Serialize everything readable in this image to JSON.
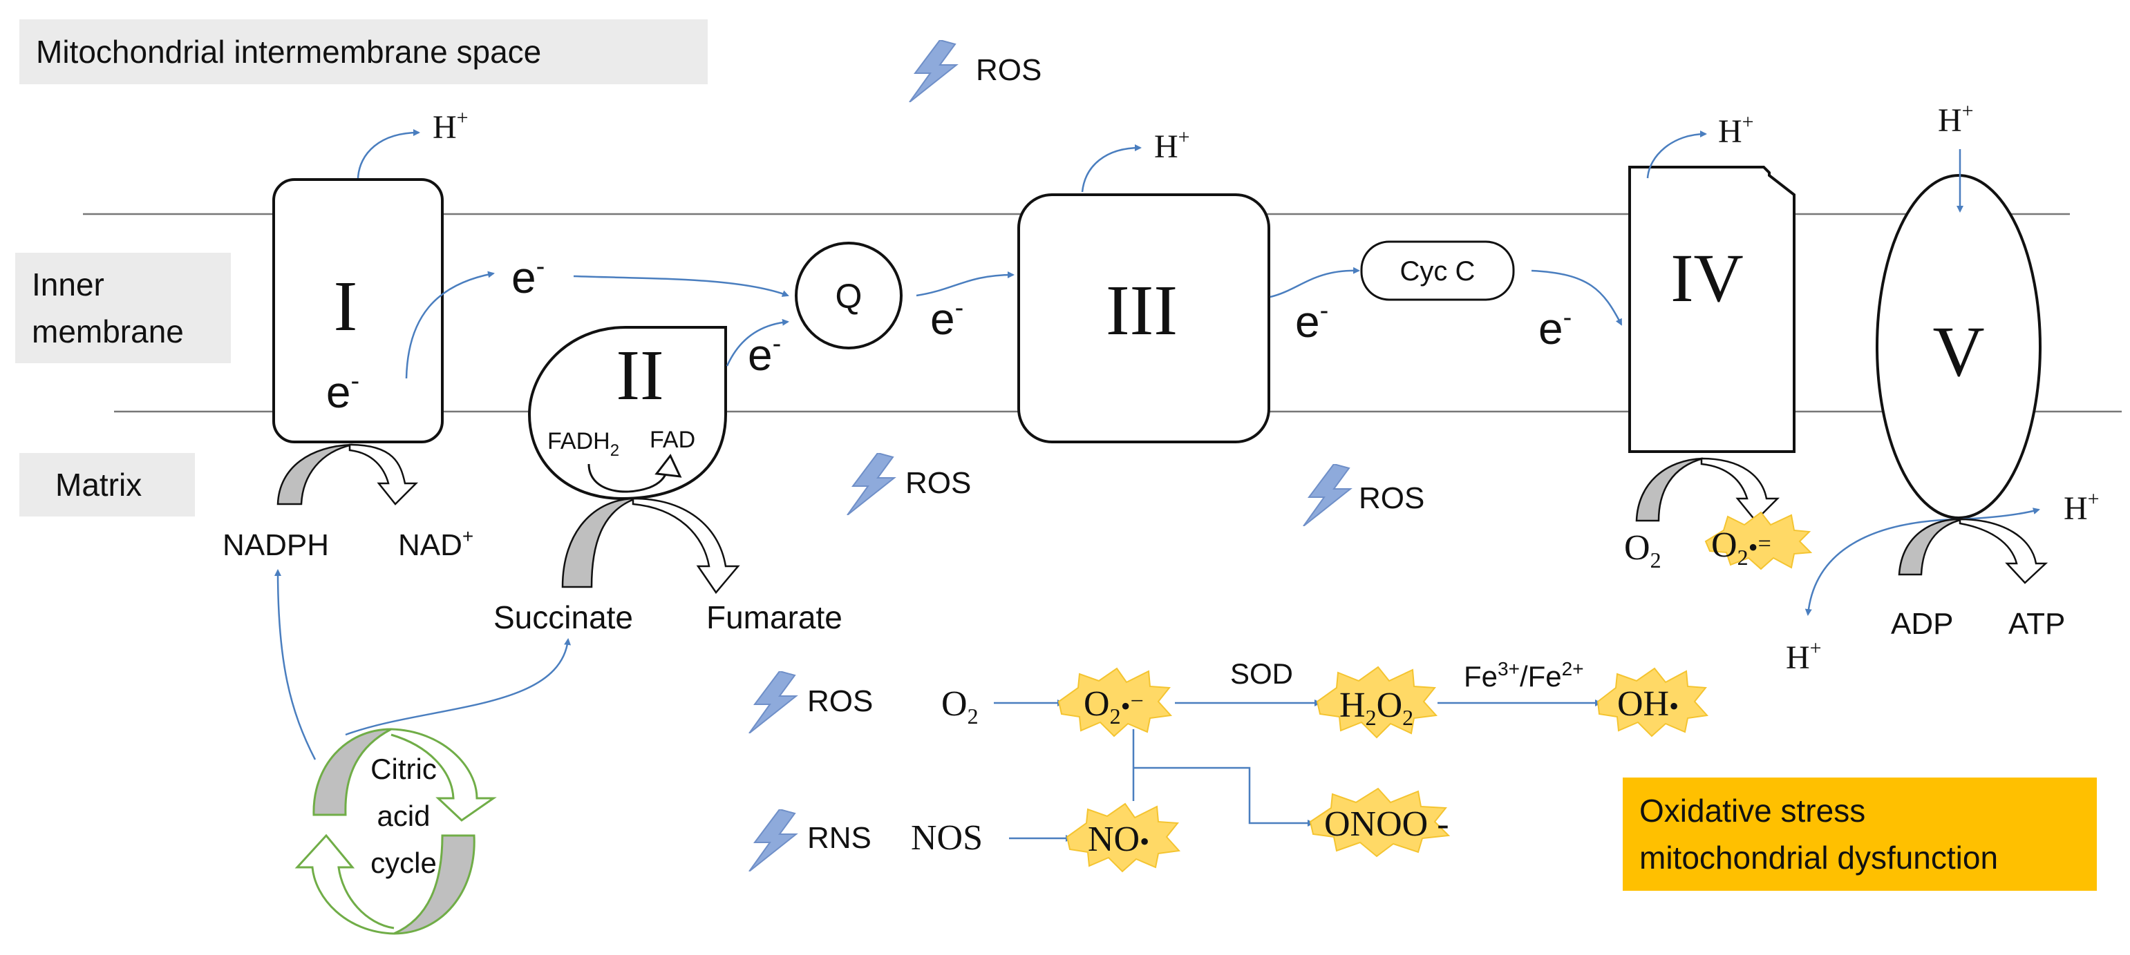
{
  "regions": {
    "intermembrane": "Mitochondrial intermembrane space",
    "inner_membrane_line1": "Inner",
    "inner_membrane_line2": "membrane",
    "matrix": "Matrix"
  },
  "complexes": {
    "I": "I",
    "II": "II",
    "III": "III",
    "IV": "IV",
    "V": "V",
    "Q": "Q",
    "cyc_c": "Cyc C"
  },
  "particles": {
    "proton": "H",
    "proton_sup": "+",
    "electron": "e",
    "electron_sup": "-"
  },
  "metabolites": {
    "nadph": "NADPH",
    "nad": "NAD",
    "nad_sup": "+",
    "fadh2": "FADH",
    "fadh2_sub": "2",
    "fad": "FAD",
    "succinate": "Succinate",
    "fumarate": "Fumarate",
    "o2": "O",
    "o2_sub": "2",
    "superoxide_charge": "=",
    "adp": "ADP",
    "atp": "ATP",
    "citric_line1": "Citric",
    "citric_line2": "acid",
    "citric_line3": "cycle"
  },
  "ros_labels": {
    "ros": "ROS",
    "rns": "RNS"
  },
  "reaction": {
    "o2": "O",
    "o2_sub": "2",
    "superoxide_charge": "−",
    "sod": "SOD",
    "h": "H",
    "h2o2_sub_a": "2",
    "o": "O",
    "h2o2_sub_b": "2",
    "fe_label_a": "Fe",
    "fe_sup_a": "3+",
    "fe_label_b": "/Fe",
    "fe_sup_b": "2+",
    "oh": "OH",
    "nos": "NOS",
    "no": "NO",
    "onoo": "ONOO -",
    "radical": "•"
  },
  "outcome": {
    "line1": "Oxidative stress",
    "line2": "mitochondrial dysfunction"
  },
  "colors": {
    "arrow_blue": "#4a7ebf",
    "lightning": "#8eaadb",
    "star_fill": "#ffd966",
    "outcome_fill": "#ffc000",
    "label_bg": "#ebebeb",
    "citric_green": "#70ad47",
    "grey_arrow": "#bfbfbf"
  }
}
